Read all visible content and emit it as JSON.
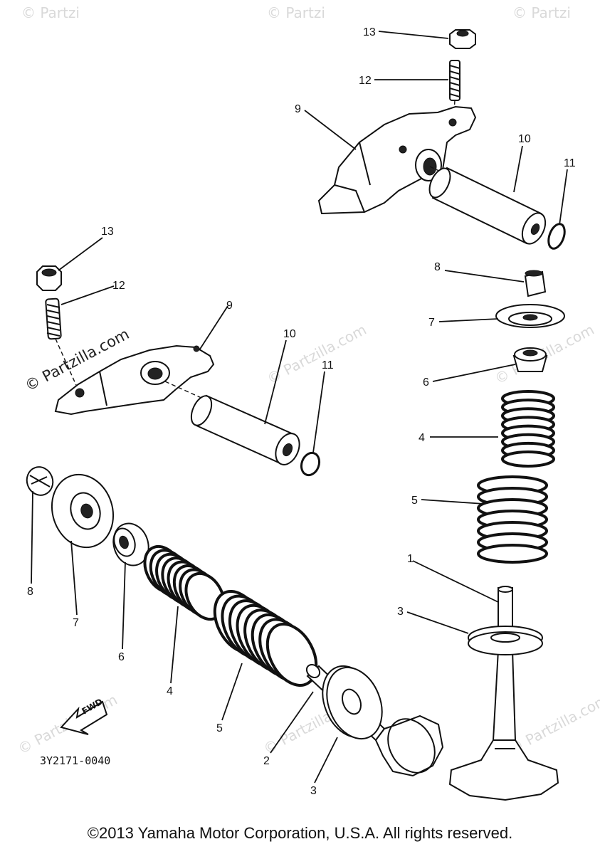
{
  "watermark": {
    "text": "© Partzilla.com",
    "short_text": "© Partzi"
  },
  "labels": {
    "l1": "1",
    "l2": "2",
    "l3a": "3",
    "l3b": "3",
    "l4a": "4",
    "l4b": "4",
    "l5a": "5",
    "l5b": "5",
    "l6a": "6",
    "l6b": "6",
    "l7a": "7",
    "l7b": "7",
    "l8a": "8",
    "l8b": "8",
    "l9a": "9",
    "l9b": "9",
    "l10a": "10",
    "l10b": "10",
    "l11a": "11",
    "l11b": "11",
    "l12a": "12",
    "l12b": "12",
    "l13a": "13",
    "l13b": "13"
  },
  "fwd_badge": "FWD",
  "diagram_code": "3Y2171-0040",
  "copyright": "©2013 Yamaha Motor Corporation, U.S.A. All rights reserved."
}
